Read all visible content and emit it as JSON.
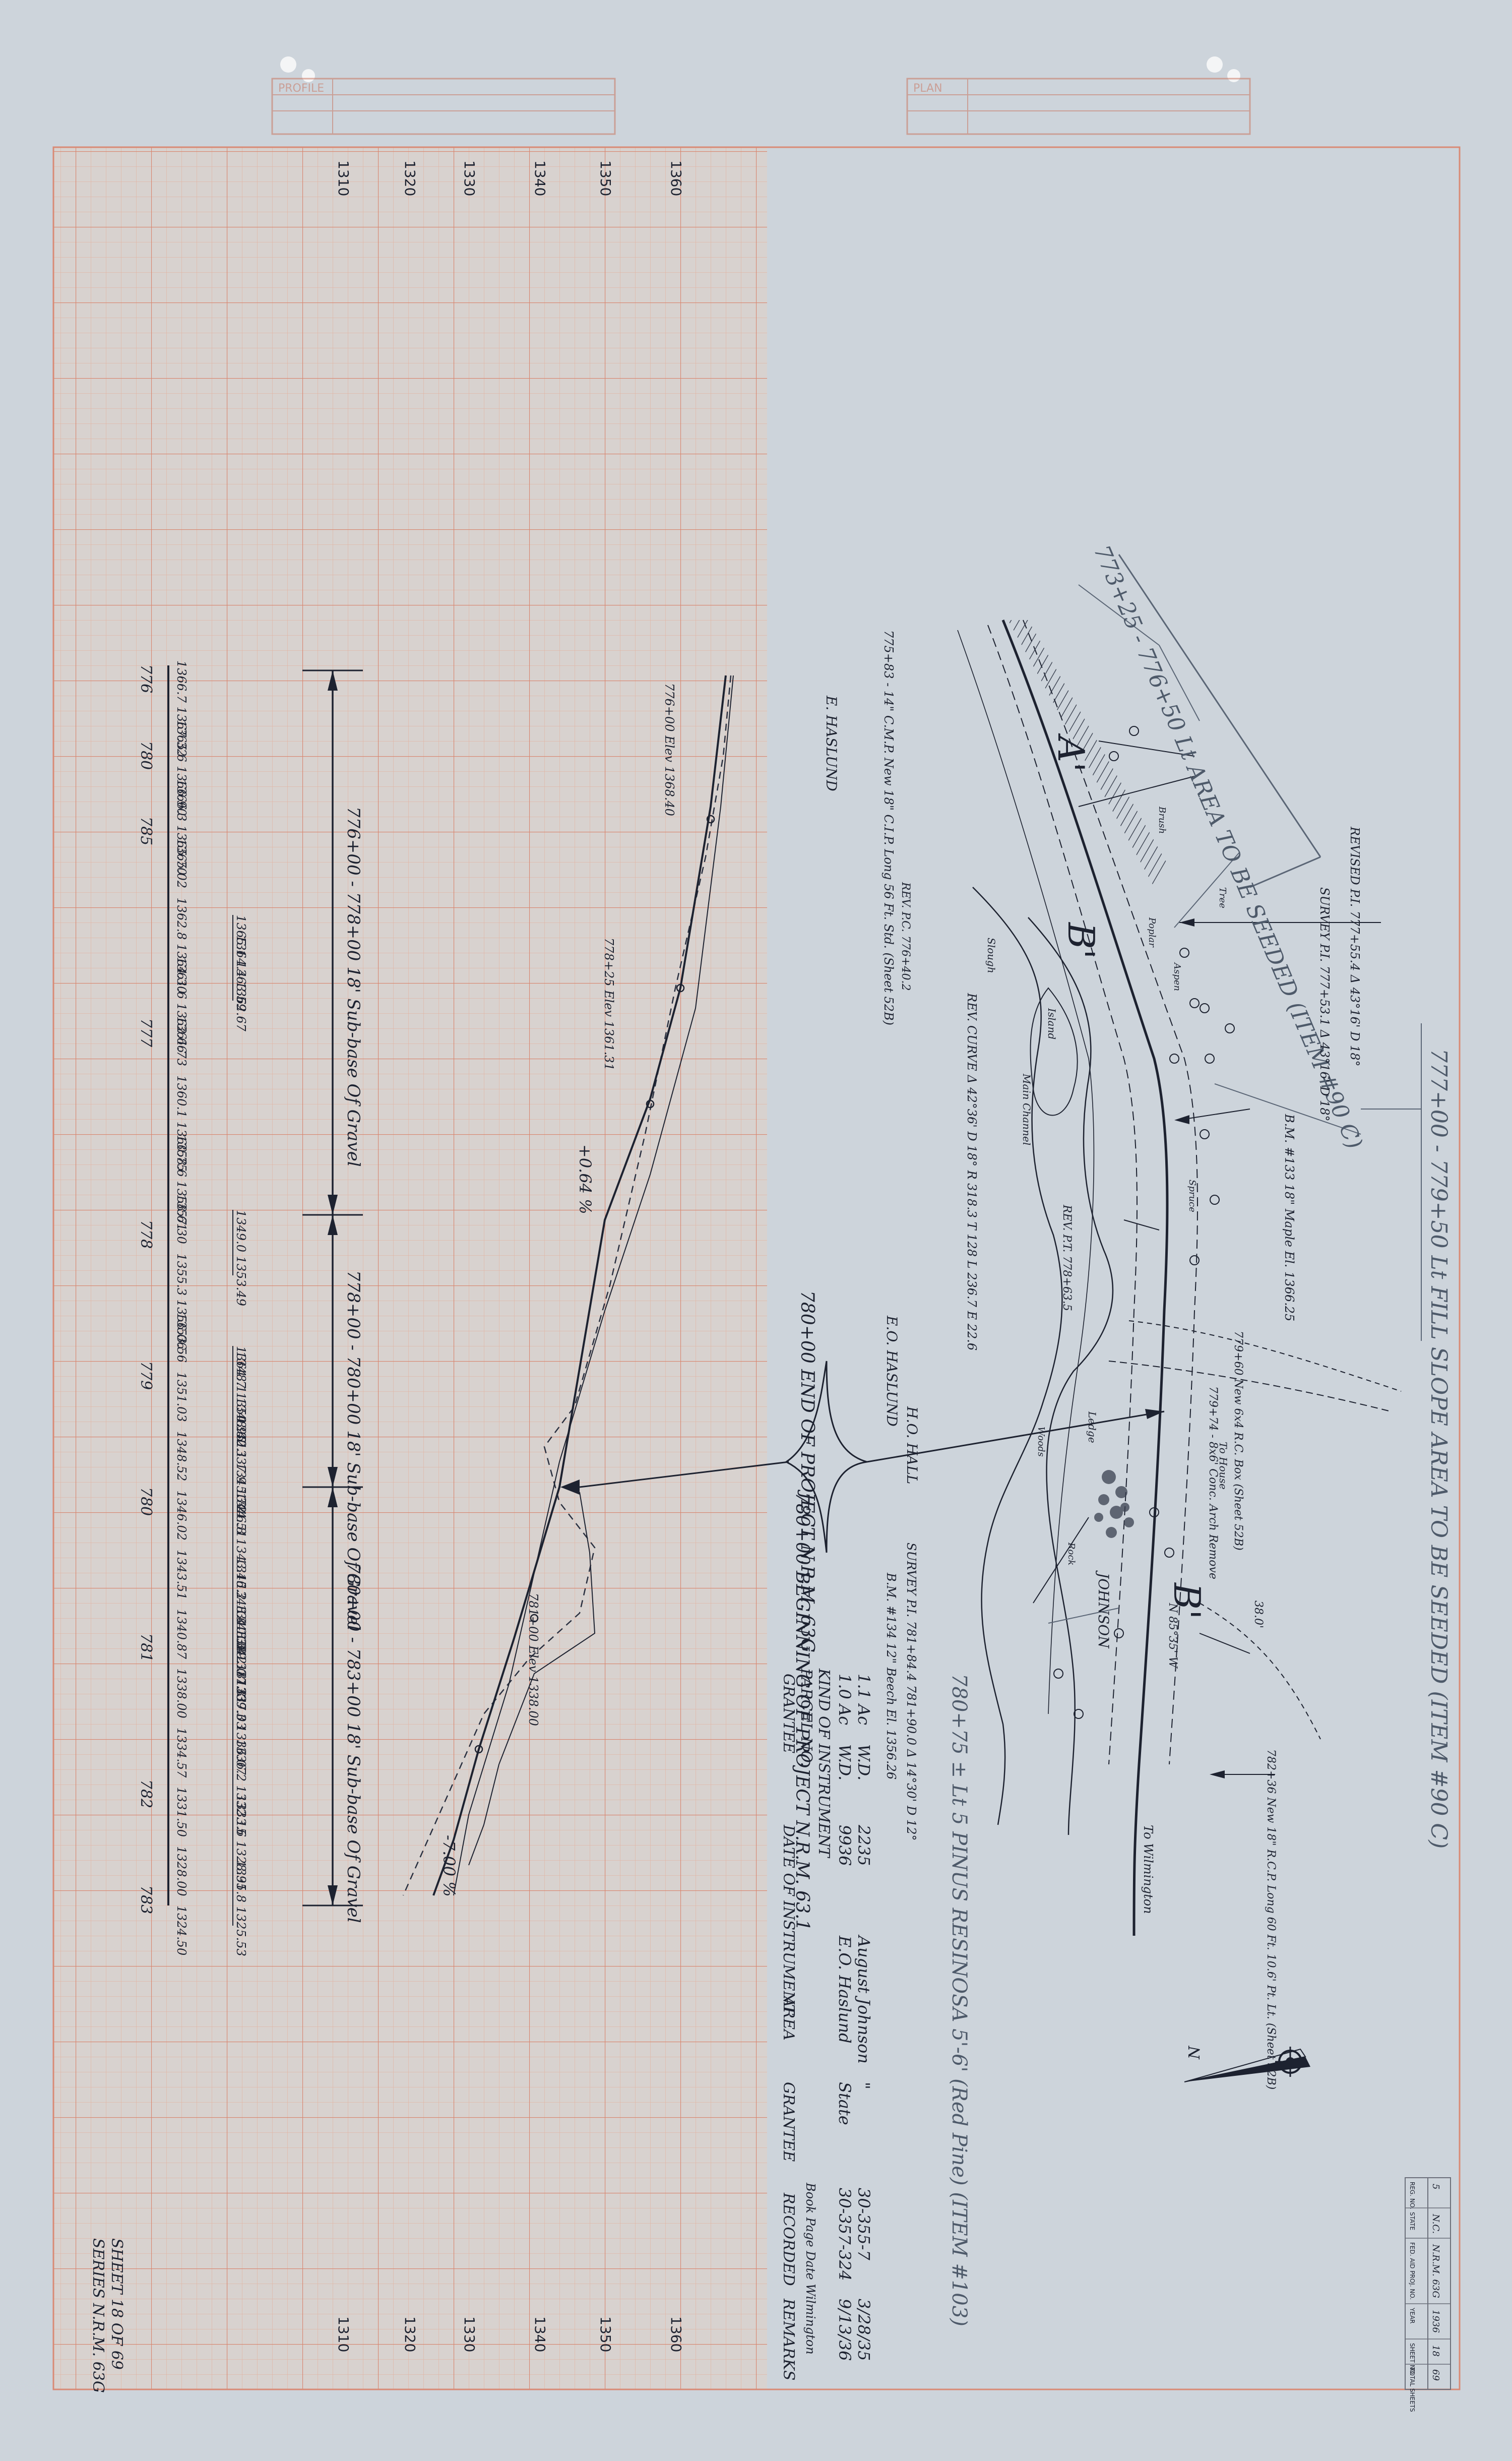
{
  "sheet": {
    "series_label": "SERIES N.R.M. 63G",
    "sheet_of": "SHEET 18 OF 69",
    "title_block": {
      "headers": [
        "REG. NO.",
        "STATE",
        "FED. AID PROJ. NO.",
        "YEAR",
        "SHEET NO.",
        "TOTAL SHEETS"
      ],
      "values": [
        "5",
        "N.C.",
        "N.R.M. 63G",
        "1936",
        "18",
        "69"
      ]
    },
    "top_stamp_left": "PROFILE",
    "top_stamp_right": "PLAN"
  },
  "profile": {
    "elevation_ticks": [
      "1310",
      "1320",
      "1330",
      "1340",
      "1350",
      "1360"
    ],
    "stations": [
      "776",
      "780",
      "785",
      "777",
      "778",
      "779",
      "780",
      "781",
      "782",
      "783"
    ],
    "elevations_left": [
      "1366.7 1367.32",
      "1365.6 1366.90",
      "1366.3 1365.70",
      "1365.02",
      "1362.8 1364.30",
      "1361.6 1362.66",
      "1361.73",
      "1360.1 1360.75",
      "1358.6 1358.61",
      "1357.30",
      "1355.3 1356.06",
      "1353.56",
      "1351.03",
      "1348.52",
      "1346.02",
      "1343.51",
      "1340.87",
      "1338.00",
      "1334.57",
      "1331.50",
      "1328.00",
      "1324.50"
    ],
    "elevations_right": [
      "1365.1 1363.59",
      "1364.4 1362.67",
      "1349.0 1353.49",
      "1364.7 1350.95",
      "1348.1 1348.32",
      "1340.1 1345.72",
      "1337.9 1344.51",
      "1346.8 1343.16",
      "1345.2 1340.38",
      "1348.0 1339.18",
      "1348.3 1337.81",
      "1342.0 1337.03",
      "1339.3 1336.07",
      "1336.2 1332.15",
      "1333.6 1328.95",
      "1331.8 1325.53"
    ],
    "segments": [
      "776+00 - 778+00 18' Sub-base Of Gravel",
      "778+00 - 780+00 18' Sub-base Of Gravel",
      "780+00 - 783+00 18' Sub-base Of Gravel"
    ],
    "grade_labels": [
      "+0.64 %",
      "-7.00 %"
    ],
    "vpc_label_top": "776+00 Elev 1368.40",
    "vpi_label": "778+25 Elev 1361.31",
    "vpc_label_bottom": "781+00 Elev 1338.00"
  },
  "plan": {
    "seed_notes": [
      "773+25 - 776+50 Lt AREA TO BE SEEDED (ITEM #90 C)",
      "777+00 - 779+50 Lt FILL SLOPE AREA TO BE SEEDED (ITEM #90 C)",
      "780+75 ± Lt 5 PINUS RESINOSA 5'-6' (Red Pine) (ITEM #103)"
    ],
    "end_project": "780+00 END OF PROJECT N.R.M. 63G",
    "begin_project": "780+00 BEGINNING OF PROJECT N.R.M. 63.1",
    "owners": [
      "E. HASLUND",
      "JOHNSON",
      "E.O. HASLUND",
      "H.O. HALL"
    ],
    "survey_notes": [
      "SURVEY P.I. 777+53.1 Δ 43°16' D 18°",
      "REVISED P.I. 777+55.4 Δ 43°16' D 18°",
      "REV. CURVE Δ 42°36' D 18° R 318.3 T 128 L 236.7 E 22.6",
      "B.M. #133 18\" Maple El. 1366.25",
      "B.M. #134 12\" Beech El. 1356.26",
      "SURVEY P.I. 781+84.4 781+90.0 Δ 14°30' D 12°",
      "REV. P.C. 776+40.2",
      "REV. P.T. 778+63.5",
      "N 85°35' W",
      "38.0'"
    ],
    "structure_notes": [
      "775+83 - 14\" C.M.P. New 18\" C.I.P. Long 56 Ft. Std. (Sheet 52B)",
      "779+60 New 6x4 R.C. Box (Sheet 52B)",
      "779+74 - 8x6' Conc. Arch Remove",
      "782+36 New 18\" R.C.P. Long 60 Ft. 10.6' Pt. Lt. (Sheet 52B)"
    ],
    "features": [
      "Main Channel",
      "Island",
      "Slough",
      "Ledge",
      "Brush",
      "Woods",
      "Rock",
      "Poplar",
      "Spruce",
      "Aspen",
      "Tree",
      "To Wilmington",
      "To House"
    ],
    "section_marks": [
      "A'",
      "B'",
      "B'"
    ]
  },
  "easements": {
    "headers": [
      "GRANTEE",
      "DATE OF INSTRUMENT",
      "PARCEL NO.",
      "KIND OF INSTRUMENT",
      "AREA"
    ],
    "headers2": [
      "GRANTEE",
      "RECORDED",
      "REMARKS"
    ],
    "rows": [
      {
        "area": "1.0 Ac",
        "kind": "W.D.",
        "date": "9936",
        "grantor": "E.O. Haslund",
        "grantee": "State",
        "recorded": "30-357-324",
        "remarks": "9/13/36"
      },
      {
        "area": "1.1 Ac",
        "kind": "W.D.",
        "date": "2235",
        "grantor": "August Johnson",
        "grantee": "\"",
        "recorded": "30-355-7",
        "remarks": "3/28/35"
      }
    ],
    "recorded_extra": "Book Page Date Wilmington"
  },
  "colors": {
    "paper": "#cfd5dc",
    "grid_minor": "#e4b9a8",
    "grid_major": "#d98a75",
    "ink": "#1d2230",
    "pencil": "#5b6676",
    "shade": "#9aa2ad"
  }
}
